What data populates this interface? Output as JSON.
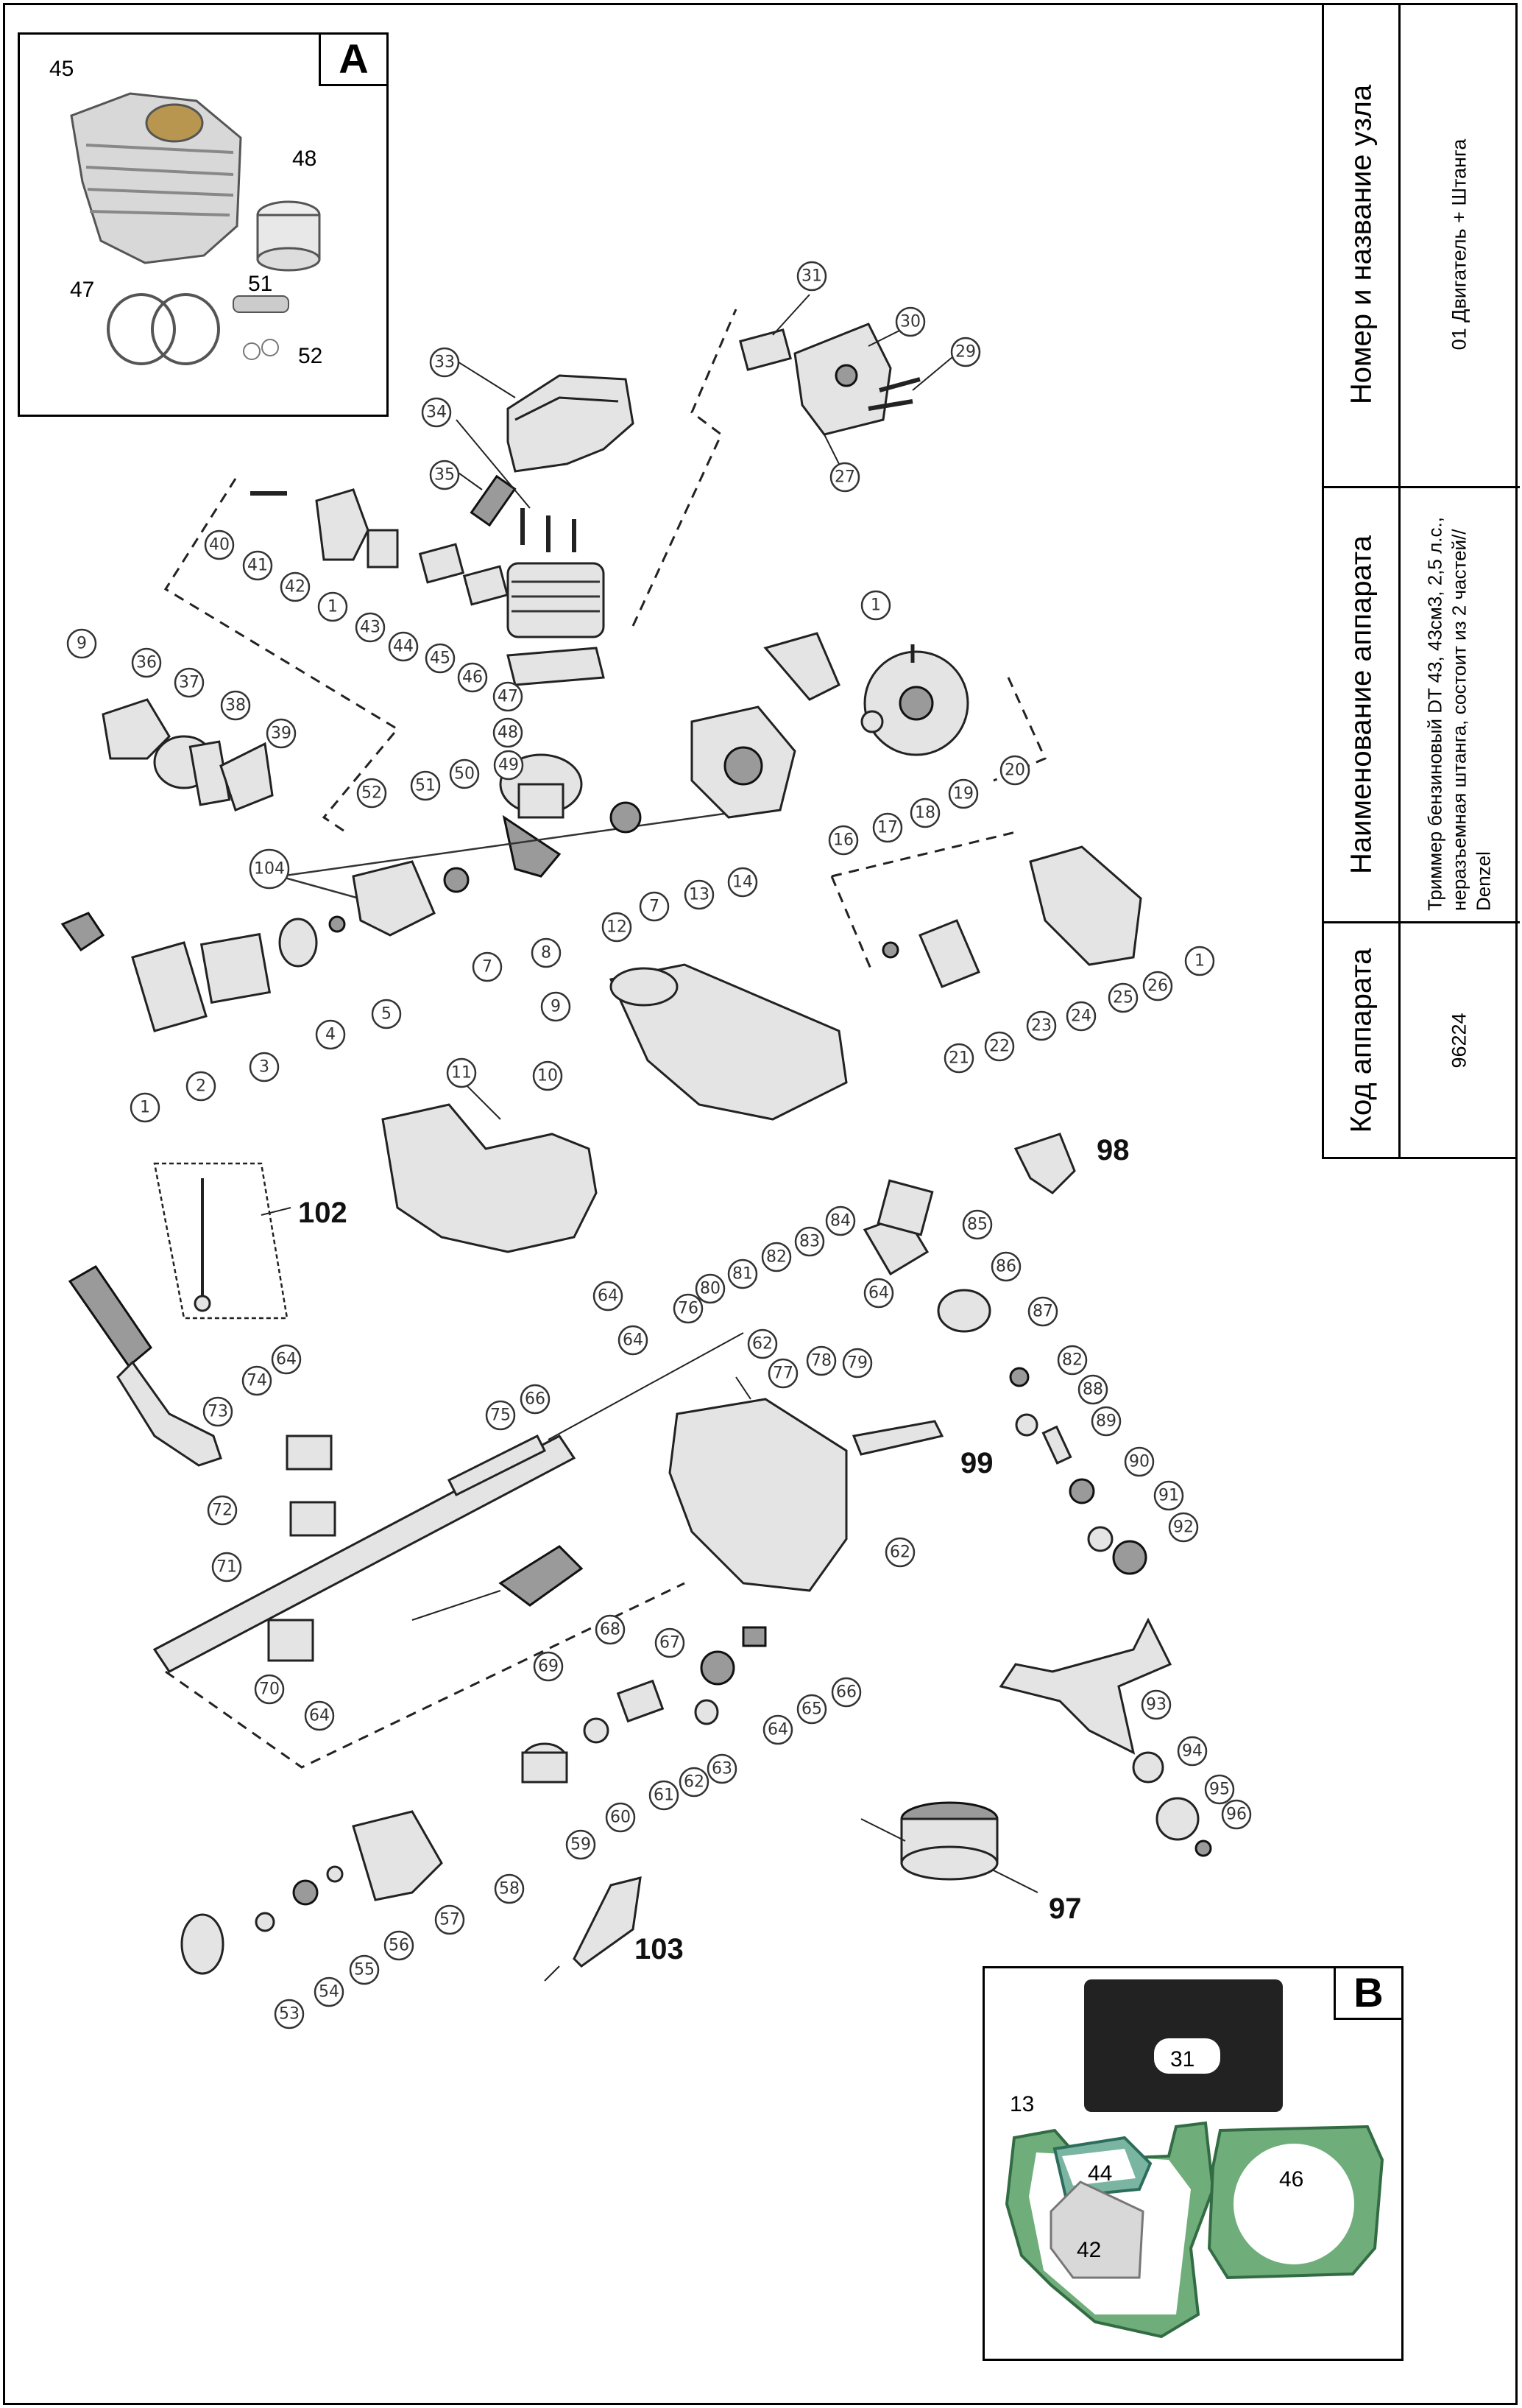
{
  "info_table": {
    "node_header": "Номер и название узла",
    "node_value": "01 Двигатель + Штанга",
    "device_header": "Наименование аппарата",
    "device_value": "Триммер бензиновый DT 43, 43см3, 2,5 л.с., неразъемная штанга, состоит из 2 частей// Denzel",
    "code_header": "Код аппарата",
    "code_value": "96224"
  },
  "inset_a": {
    "tag": "A",
    "labels": [
      "45",
      "48",
      "47",
      "51",
      "52"
    ]
  },
  "inset_b": {
    "tag": "B",
    "labels": [
      "31",
      "13",
      "44",
      "46",
      "42"
    ]
  },
  "callouts": [
    {
      "id": "c33",
      "text": "33"
    },
    {
      "id": "c34",
      "text": "34"
    },
    {
      "id": "c35",
      "text": "35"
    },
    {
      "id": "c31",
      "text": "31"
    },
    {
      "id": "c30",
      "text": "30"
    },
    {
      "id": "c29",
      "text": "29"
    },
    {
      "id": "c27",
      "text": "27"
    },
    {
      "id": "c40",
      "text": "40"
    },
    {
      "id": "c41",
      "text": "41"
    },
    {
      "id": "c42",
      "text": "42"
    },
    {
      "id": "c1a",
      "text": "1"
    },
    {
      "id": "c43",
      "text": "43"
    },
    {
      "id": "c44",
      "text": "44"
    },
    {
      "id": "c45",
      "text": "45"
    },
    {
      "id": "c46",
      "text": "46"
    },
    {
      "id": "c47",
      "text": "47"
    },
    {
      "id": "c48",
      "text": "48"
    },
    {
      "id": "c49",
      "text": "49"
    },
    {
      "id": "c50",
      "text": "50"
    },
    {
      "id": "c51",
      "text": "51"
    },
    {
      "id": "c52",
      "text": "52"
    },
    {
      "id": "c9a",
      "text": "9"
    },
    {
      "id": "c36",
      "text": "36"
    },
    {
      "id": "c37",
      "text": "37"
    },
    {
      "id": "c38",
      "text": "38"
    },
    {
      "id": "c39",
      "text": "39"
    },
    {
      "id": "c1b",
      "text": "1"
    },
    {
      "id": "c20",
      "text": "20"
    },
    {
      "id": "c19",
      "text": "19"
    },
    {
      "id": "c18",
      "text": "18"
    },
    {
      "id": "c17",
      "text": "17"
    },
    {
      "id": "c16",
      "text": "16"
    },
    {
      "id": "c14",
      "text": "14"
    },
    {
      "id": "c13",
      "text": "13"
    },
    {
      "id": "c7a",
      "text": "7"
    },
    {
      "id": "c12",
      "text": "12"
    },
    {
      "id": "c7b",
      "text": "7"
    },
    {
      "id": "c104",
      "text": "104"
    },
    {
      "id": "c5",
      "text": "5"
    },
    {
      "id": "c4",
      "text": "4"
    },
    {
      "id": "c3",
      "text": "3"
    },
    {
      "id": "c2",
      "text": "2"
    },
    {
      "id": "c1c",
      "text": "1"
    },
    {
      "id": "c8",
      "text": "8"
    },
    {
      "id": "c9b",
      "text": "9"
    },
    {
      "id": "c10",
      "text": "10"
    },
    {
      "id": "c11",
      "text": "11"
    },
    {
      "id": "c26",
      "text": "26"
    },
    {
      "id": "c1d",
      "text": "1"
    },
    {
      "id": "c25",
      "text": "25"
    },
    {
      "id": "c24",
      "text": "24"
    },
    {
      "id": "c23",
      "text": "23"
    },
    {
      "id": "c22",
      "text": "22"
    },
    {
      "id": "c21",
      "text": "21"
    },
    {
      "id": "c84",
      "text": "84"
    },
    {
      "id": "c85",
      "text": "85"
    },
    {
      "id": "c86",
      "text": "86"
    },
    {
      "id": "c87",
      "text": "87"
    },
    {
      "id": "c83",
      "text": "83"
    },
    {
      "id": "c82",
      "text": "82"
    },
    {
      "id": "c81",
      "text": "81"
    },
    {
      "id": "c80",
      "text": "80"
    },
    {
      "id": "c64a",
      "text": "64"
    },
    {
      "id": "c64b",
      "text": "64"
    },
    {
      "id": "c64c",
      "text": "64"
    },
    {
      "id": "c76",
      "text": "76"
    },
    {
      "id": "c62a",
      "text": "62"
    },
    {
      "id": "c77",
      "text": "77"
    },
    {
      "id": "c78",
      "text": "78"
    },
    {
      "id": "c79",
      "text": "79"
    },
    {
      "id": "c82b",
      "text": "82"
    },
    {
      "id": "c88",
      "text": "88"
    },
    {
      "id": "c89",
      "text": "89"
    },
    {
      "id": "c90",
      "text": "90"
    },
    {
      "id": "c91",
      "text": "91"
    },
    {
      "id": "c92",
      "text": "92"
    },
    {
      "id": "c64d",
      "text": "64"
    },
    {
      "id": "c74",
      "text": "74"
    },
    {
      "id": "c73",
      "text": "73"
    },
    {
      "id": "c75",
      "text": "75"
    },
    {
      "id": "c66a",
      "text": "66"
    },
    {
      "id": "c72",
      "text": "72"
    },
    {
      "id": "c71",
      "text": "71"
    },
    {
      "id": "c70",
      "text": "70"
    },
    {
      "id": "c64e",
      "text": "64"
    },
    {
      "id": "c69",
      "text": "69"
    },
    {
      "id": "c62b",
      "text": "62"
    },
    {
      "id": "c68",
      "text": "68"
    },
    {
      "id": "c67",
      "text": "67"
    },
    {
      "id": "c65",
      "text": "65"
    },
    {
      "id": "c66b",
      "text": "66"
    },
    {
      "id": "c64f",
      "text": "64"
    },
    {
      "id": "c63",
      "text": "63"
    },
    {
      "id": "c62c",
      "text": "62"
    },
    {
      "id": "c61",
      "text": "61"
    },
    {
      "id": "c60",
      "text": "60"
    },
    {
      "id": "c59",
      "text": "59"
    },
    {
      "id": "c58",
      "text": "58"
    },
    {
      "id": "c57",
      "text": "57"
    },
    {
      "id": "c56",
      "text": "56"
    },
    {
      "id": "c55",
      "text": "55"
    },
    {
      "id": "c54",
      "text": "54"
    },
    {
      "id": "c53",
      "text": "53"
    },
    {
      "id": "c93",
      "text": "93"
    },
    {
      "id": "c94",
      "text": "94"
    },
    {
      "id": "c95",
      "text": "95"
    },
    {
      "id": "c96",
      "text": "96"
    }
  ],
  "big_labels": {
    "l98": "98",
    "l102": "102",
    "l99": "99",
    "l97": "97",
    "l103": "103"
  }
}
